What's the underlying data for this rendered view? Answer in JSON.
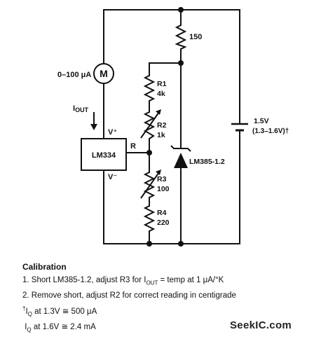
{
  "circuit": {
    "meter_label": "0–100 μA",
    "meter_symbol": "M",
    "iout_label_main": "I",
    "iout_label_sub": "OUT",
    "vplus_label": "V⁺",
    "vminus_label": "V⁻",
    "ic_label": "LM334",
    "r_pin_label": "R",
    "r1_name": "R1",
    "r1_value": "4k",
    "r2_name": "R2",
    "r2_value": "1k",
    "r3_name": "R3",
    "r3_value": "100",
    "r4_name": "R4",
    "r4_value": "220",
    "r150_value": "150",
    "zener_label": "LM385-1.2",
    "battery_label": "1.5V",
    "battery_range": "(1.3–1.6V)†"
  },
  "notes": {
    "heading": "Calibration",
    "step1_a": "1.  Short LM385-1.2, adjust R3 for I",
    "step1_sub": "OUT",
    "step1_b": " = temp at 1 μA/°K",
    "step2": "2.  Remove short, adjust R2 for correct reading in centigrade",
    "fn1_mark": "†",
    "fn1_i": "I",
    "fn1_sub": "Q",
    "fn1_text": " at 1.3V ≅ 500 μA",
    "fn2_i": "I",
    "fn2_sub": "Q",
    "fn2_text": " at 1.6V ≅ 2.4 mA"
  },
  "watermark": "SeekIC.com"
}
